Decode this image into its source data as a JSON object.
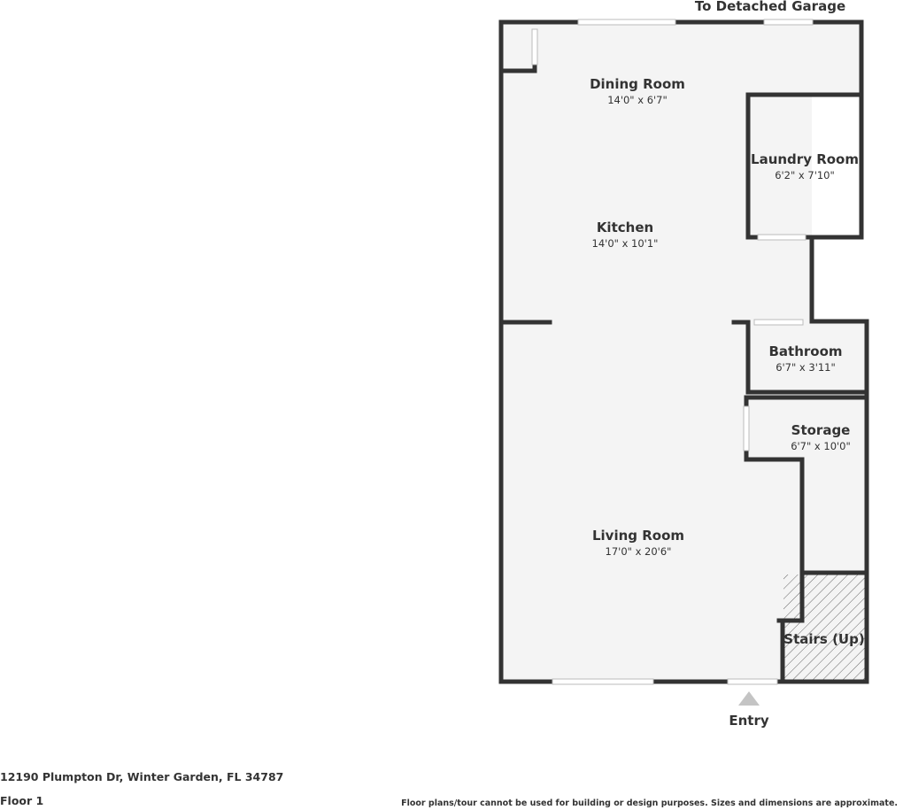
{
  "plan": {
    "rooms": [
      {
        "id": "dining",
        "name": "Dining Room",
        "dims": "14'0\" x 6'7\""
      },
      {
        "id": "kitchen",
        "name": "Kitchen",
        "dims": "14'0\" x 10'1\""
      },
      {
        "id": "laundry",
        "name": "Laundry Room",
        "dims": "6'2\" x 7'10\""
      },
      {
        "id": "bathroom",
        "name": "Bathroom",
        "dims": "6'7\" x 3'11\""
      },
      {
        "id": "storage",
        "name": "Storage",
        "dims": "6'7\" x 10'0\""
      },
      {
        "id": "living",
        "name": "Living Room",
        "dims": "17'0\" x 20'6\""
      },
      {
        "id": "stairs",
        "name": "Stairs (Up)",
        "dims": ""
      }
    ],
    "labels": {
      "garage": "To Detached Garage",
      "entry": "Entry"
    },
    "colors": {
      "wall": "#333333",
      "floor": "#f4f4f4",
      "window": "#bbbbbb",
      "entry_arrow": "#c4c4c4"
    }
  },
  "footer": {
    "address": "12190 Plumpton Dr, Winter Garden, FL 34787",
    "floor": "Floor 1",
    "disclaimer": "Floor plans/tour cannot be used for building or design purposes. Sizes and dimensions are approximate."
  }
}
